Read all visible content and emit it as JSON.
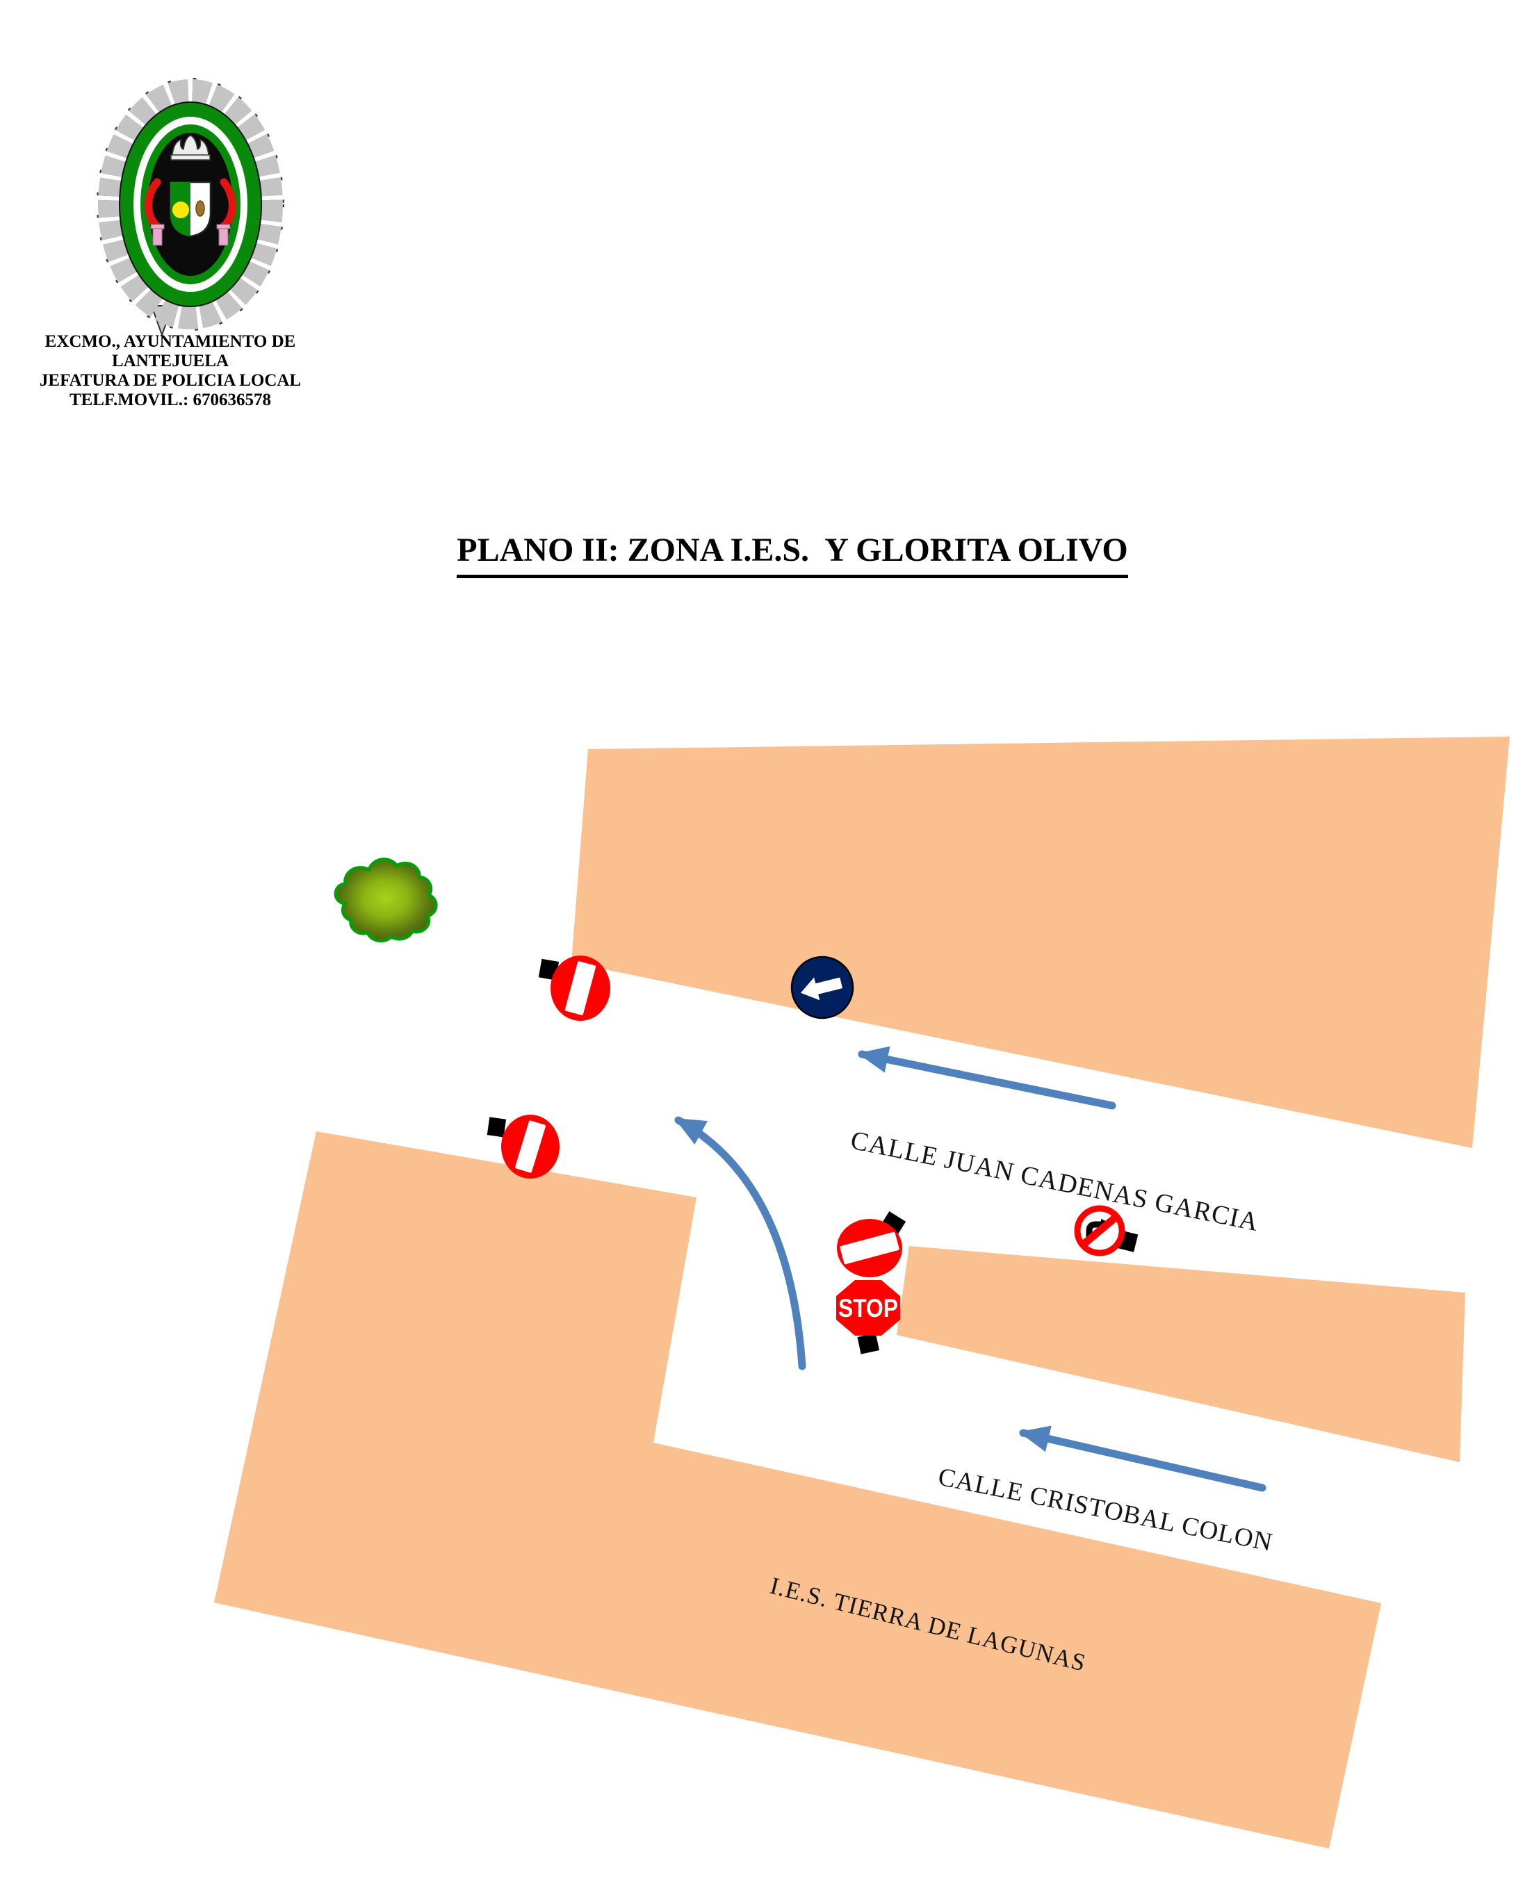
{
  "header": {
    "organization": "EXCMO., AYUNTAMIENTO DE LANTEJUELA",
    "department": "JEFATURA DE POLICIA LOCAL",
    "phone": "TELF.MOVIL.: 670636578"
  },
  "title": "PLANO II: ZONA I.E.S.  Y GLORITA OLIVO",
  "map": {
    "labels": {
      "street_top": "CALLE JUAN CADENAS GARCIA",
      "street_bottom": "CALLE CRISTOBAL COLON",
      "school": "I.E.S. TIERRA DE LAGUNAS"
    },
    "stop_label": "STOP",
    "colors": {
      "building": "#FAC090",
      "arrow_blue": "#4F81BD",
      "sign_red": "#FF0000",
      "one_way_navy": "#002060",
      "tree_stroke": "#0C9B0C"
    },
    "icons": {
      "no_entry_sign": "red-circle-white-bar",
      "one_way_sign": "navy-circle-white-left-arrow",
      "stop_sign": "red-octagon",
      "no_right_turn_sign": "red-ring-crossed-turn-arrow",
      "olive_tree": "green-scalloped-tree-blob",
      "sign_bracket": "black-mount-square"
    }
  },
  "logo": {
    "name": "Policia Local Lantejuela badge"
  }
}
